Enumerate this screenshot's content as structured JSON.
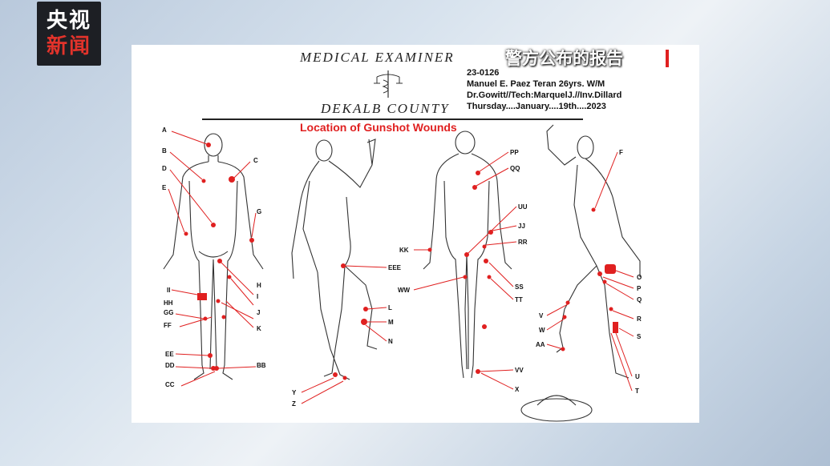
{
  "logo": {
    "line1": "央视",
    "line2": "新闻"
  },
  "overlay_caption": "警方公布的报告",
  "document": {
    "header_top": "MEDICAL EXAMINER",
    "header_bottom": "DEKALB COUNTY",
    "case_no": "23-0126",
    "subject": "Manuel E. Paez Teran  26yrs. W/M",
    "staff": "Dr.Gowitt//Tech:MarquelJ.//Inv.Dillard",
    "date": "Thursday....January....19th....2023",
    "chart_title": "Location of Gunshot Wounds"
  },
  "colors": {
    "wound_red": "#e02020",
    "logo_bg": "#1d1f24"
  },
  "labels": {
    "front": [
      "A",
      "B",
      "C",
      "D",
      "E",
      "G",
      "H",
      "I",
      "J",
      "K",
      "II",
      "HH",
      "GG",
      "FF",
      "EE",
      "DD",
      "CC",
      "BB"
    ],
    "side_left": [
      "EEE",
      "L",
      "M",
      "N",
      "Y",
      "Z"
    ],
    "back": [
      "PP",
      "QQ",
      "UU",
      "JJ",
      "RR",
      "KK",
      "SS",
      "TT",
      "WW",
      "VV",
      "X"
    ],
    "side_right": [
      "F",
      "O",
      "P",
      "Q",
      "R",
      "S",
      "V",
      "W",
      "AA",
      "U",
      "T"
    ]
  }
}
